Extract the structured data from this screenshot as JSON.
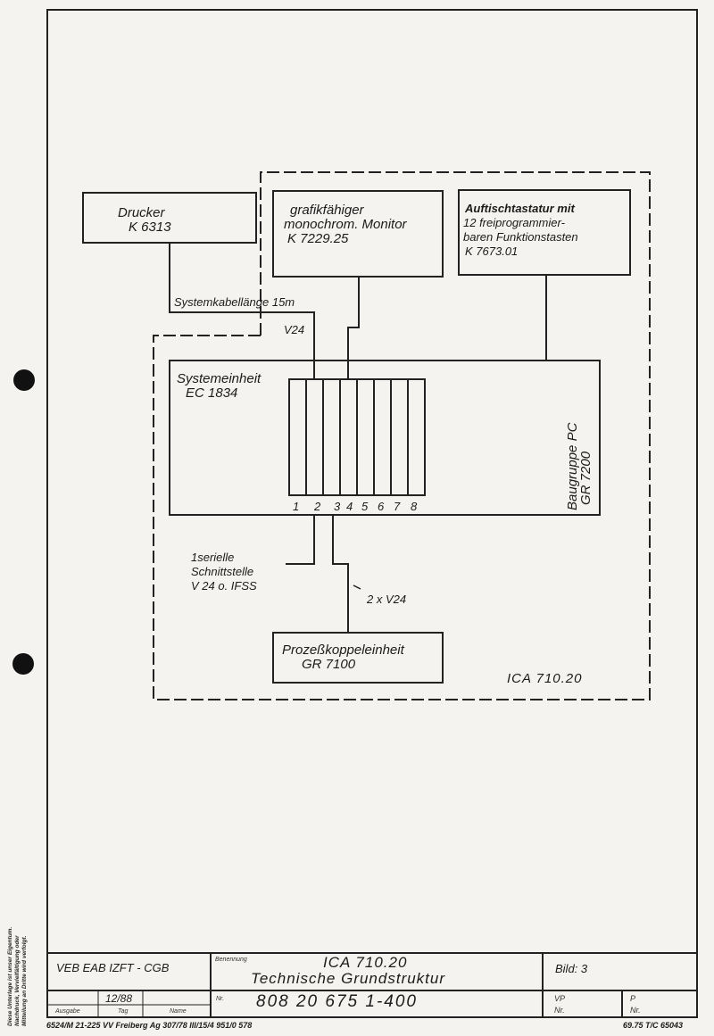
{
  "diagram": {
    "drucker": {
      "line1": "Drucker",
      "line2": "K 6313"
    },
    "monitor": {
      "line1": "grafikfähiger",
      "line2": "monochrom. Monitor",
      "line3": "K 7229.25"
    },
    "tastatur": {
      "line1": "Auftischtastatur mit",
      "line2": "12 freiprogrammier-",
      "line3": "baren Funktionstasten",
      "line4": "K 7673.01"
    },
    "kabel_label": "Systemkabellänge 15m",
    "v24_label": "V24",
    "systemeinheit": {
      "line1": "Systemeinheit",
      "line2": "EC 1834"
    },
    "slot_numbers": [
      "1",
      "2",
      "3",
      "4",
      "5",
      "6",
      "7",
      "8"
    ],
    "baugruppe": {
      "line1": "Baugruppe PC",
      "line2": "GR 7200"
    },
    "seriell": {
      "line1": "1serielle",
      "line2": "Schnittstelle",
      "line3": "V 24 o. IFSS"
    },
    "twov24_label": "2 x V24",
    "prozess": {
      "line1": "Prozeßkoppeleinheit",
      "line2": "GR 7100"
    },
    "ica_label": "ICA 710.20"
  },
  "title_block": {
    "company": "VEB EAB IZFT - CGB",
    "benennung_label": "Benennung",
    "title1": "ICA 710.20",
    "title2": "Technische Grundstruktur",
    "bild": "Bild: 3",
    "ausgabe_label": "Ausgabe",
    "tag_label": "Tag",
    "name_label": "Name",
    "date": "12/88",
    "nr_label": "Nr.",
    "number": "808 20 675 1-400",
    "vp_label": "VP",
    "vp_nr_label": "Nr.",
    "p_label": "P",
    "p_nr_label": "Nr."
  },
  "footer": {
    "left": "6524/M 21-225 VV Freiberg Ag 307/78 III/15/4 951/0 578",
    "right": "69.75 T/C 65043"
  },
  "side_note": {
    "line1": "Diese Unterlage ist unser Eigentum.",
    "line2": "Nachdruck, Vervielfältigung oder",
    "line3": "Mitteilung an Dritte wird verfolgt."
  }
}
